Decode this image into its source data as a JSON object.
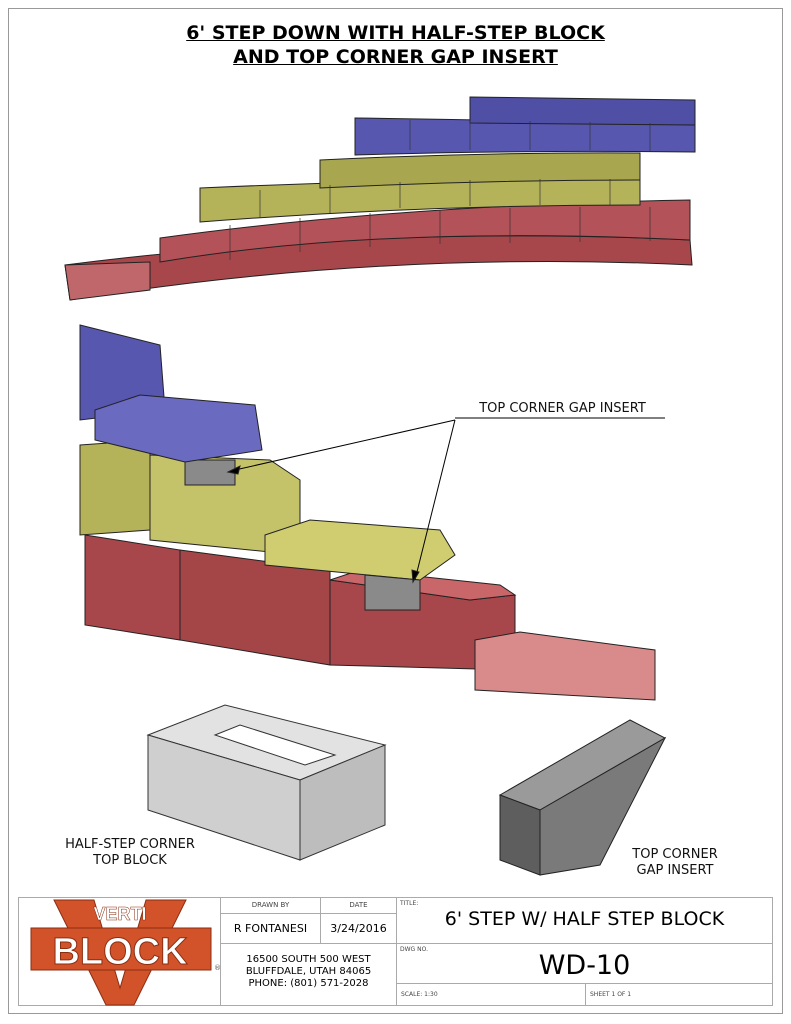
{
  "drawing_title": [
    "6' STEP DOWN WITH HALF-STEP BLOCK",
    "AND TOP CORNER GAP INSERT"
  ],
  "callouts": {
    "top_corner_gap_insert": "TOP CORNER GAP INSERT",
    "half_step_corner": [
      "HALF-STEP CORNER",
      "TOP BLOCK"
    ],
    "top_corner_gap_insert_part": [
      "TOP CORNER",
      "GAP INSERT"
    ]
  },
  "colors": {
    "red_block": "#a8474b",
    "yellow_block": "#b5b35a",
    "blue_block": "#5757b0",
    "gray_insert": "#8a8a8a",
    "logo": "#d2522a"
  },
  "title_block": {
    "logo": {
      "top": "VERTI",
      "main": "BLOCK",
      "registered": "®"
    },
    "drawn_by_label": "DRAWN BY",
    "drawn_by": "R FONTANESI",
    "date_label": "DATE",
    "date": "3/24/2016",
    "address": [
      "16500 SOUTH 500 WEST",
      "BLUFFDALE, UTAH 84065",
      "PHONE: (801) 571-2028"
    ],
    "title_label": "TITLE:",
    "title": "6' STEP W/ HALF STEP BLOCK",
    "dwg_no_label": "DWG NO.",
    "dwg_no": "WD-10",
    "scale": "SCALE: 1:30",
    "sheet": "SHEET 1 OF 1"
  }
}
